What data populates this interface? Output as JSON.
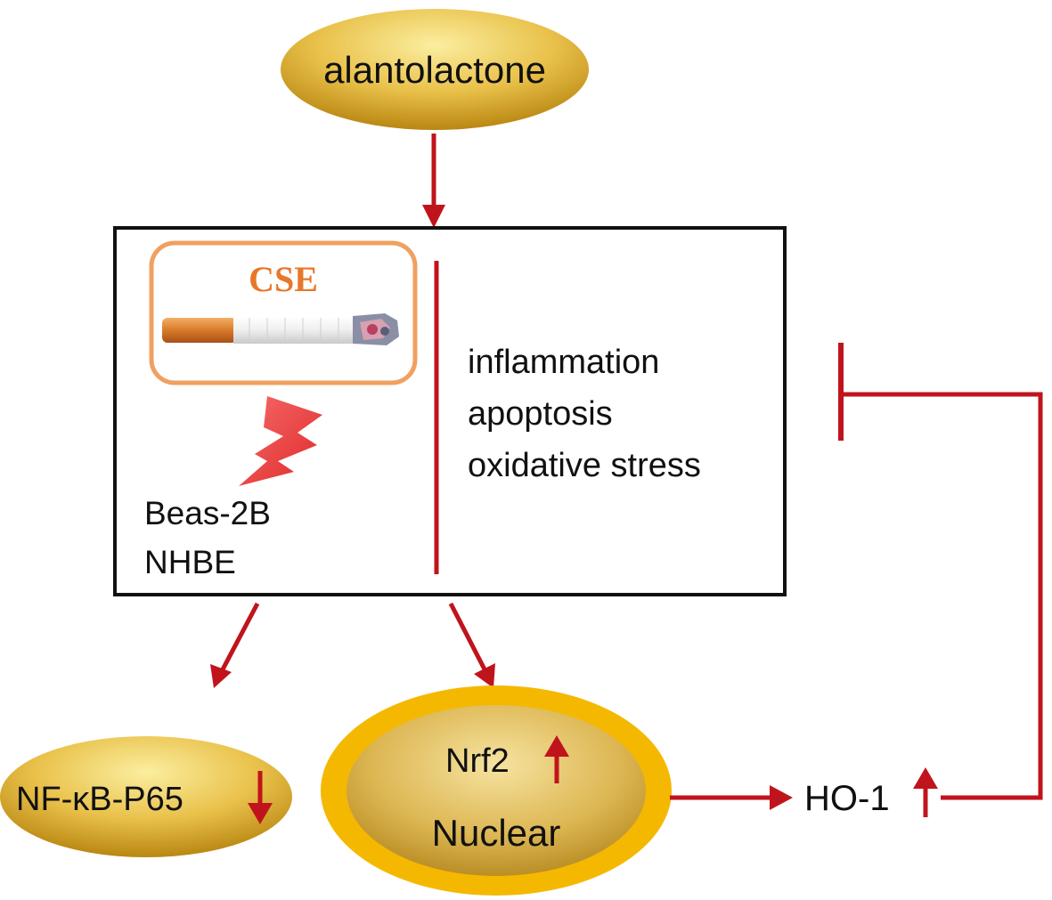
{
  "nodes": {
    "alantolactone": "alantolactone",
    "cse": "CSE",
    "cells": [
      "Beas-2B",
      "NHBE"
    ],
    "effects": [
      "inflammation",
      "apoptosis",
      "oxidative stress"
    ],
    "nfkb": "NF-κB-P65",
    "nrf2": "Nrf2",
    "nuclear": "Nuclear",
    "ho1": "HO-1"
  },
  "colors": {
    "arrow": "#c0141c",
    "ellipse_light": "#f6e17a",
    "ellipse_dark": "#c8961a",
    "nuclear_ring": "#f5b800",
    "cse_text": "#e8772a",
    "cse_border": "#f0a060",
    "box_border": "#111111"
  },
  "icons": {
    "cigarette": "cigarette-icon",
    "lightning": "lightning-bolt-icon"
  }
}
